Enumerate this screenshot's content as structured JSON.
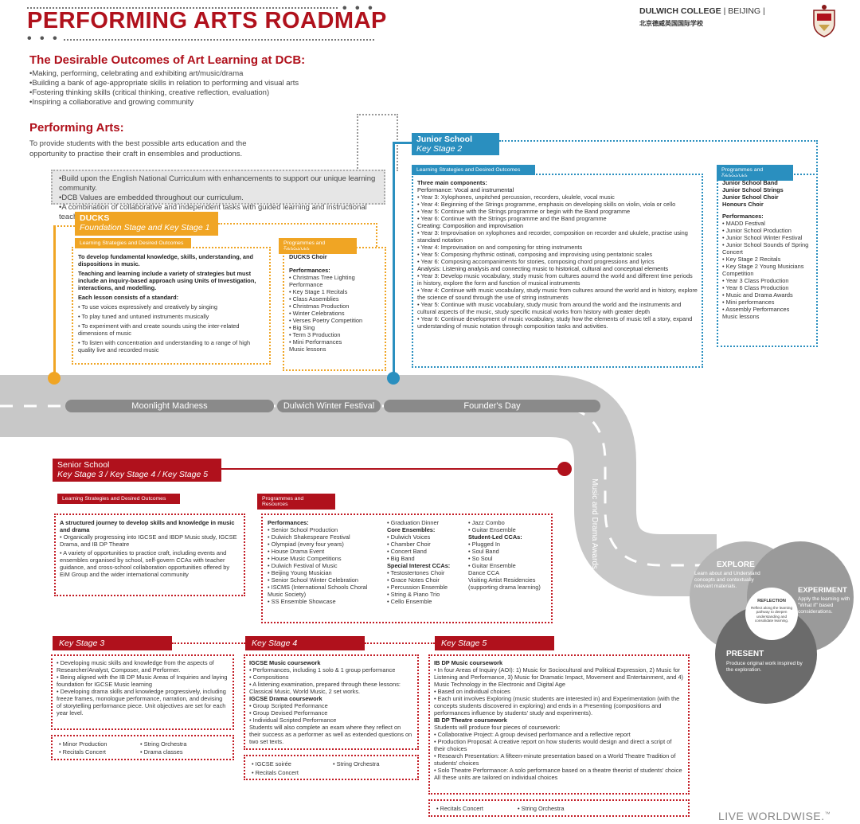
{
  "header": {
    "title": "PERFORMING ARTS ROADMAP",
    "school": "DULWICH COLLEGE",
    "city": "| BEIJING |",
    "chinese": "北京德威英国国际学校",
    "dots": "• • •"
  },
  "outcomes": {
    "heading": "The Desirable Outcomes of Art Learning at DCB:",
    "items": [
      "Making, performing, celebrating and exhibiting art/music/drama",
      "Building a bank of age-appropriate skills in relation to performing and visual arts",
      "Fostering thinking skills (critical thinking, creative reflection, evaluation)",
      "Inspiring a collaborative and growing community"
    ]
  },
  "pa": {
    "heading": "Performing Arts:",
    "text": "To provide students with the best possible arts education and the opportunity to practise their craft in ensembles and productions."
  },
  "grey_box": [
    "Build upon the English National Curriculum with enhancements to support our unique learning community.",
    "DCB Values are embedded throughout our curriculum.",
    "A combination of  collaborative and independent tasks with guided learning and instructional teaching."
  ],
  "ducks": {
    "name": "DUCKS",
    "stage": "Foundation Stage and Key Stage 1",
    "ls_label": "Learning Strategies and Desired Outcomes",
    "pr_label": "Programmes and Resources",
    "ls_lines": [
      "To develop fundamental knowledge, skills, understanding, and dispositions in music.",
      "Teaching and learning include a variety of strategies but must include an inquiry-based approach using Units of Investigation, interactions, and modelling.",
      "Each lesson consists of a standard:"
    ],
    "ls_items": [
      "To use voices expressively and creatively by singing",
      "To play tuned and untuned instruments musically",
      "To experiment with and create sounds using the inter-related dimensions of music",
      "To listen with concentration and understanding to a range of high quality live and recorded music"
    ],
    "choir": "DUCKS Choir",
    "perf_heading": "Performances:",
    "perf": [
      "Christmas Tree Lighting Performance",
      "Key Stage 1 Recitals",
      "Class Assemblies",
      "Christmas Production",
      "Winter Celebrations",
      "Verses Poetry Competition",
      "Big Sing",
      "Term 3 Production",
      "Mini Performances"
    ],
    "lessons": "Music lessons"
  },
  "junior": {
    "name": "Junior School",
    "stage": "Key Stage 2",
    "ls_label": "Learning Strategies and Desired Outcomes",
    "pr_label": "Programmes and Resources",
    "main": "Three main components:",
    "perf_line": "Performance: Vocal and instrumental",
    "perf_items": [
      "Year 3: Xylophones, unpitched percussion, recorders, ukulele, vocal music",
      "Year 4: Beginning of the Strings programme, emphasis on developing skills on violin, viola or cello",
      "Year 5: Continue with the Strings programme or begin with the Band programme",
      "Year 6: Continue with the Strings programme and the Band programme"
    ],
    "creating_line": "Creating: Composition and improvisation",
    "creating_items": [
      "Year 3: Improvisation on xylophones and recorder, composition on recorder and ukulele, practise using standard notation",
      "Year 4: Improvisation on and composing for string instruments",
      "Year 5: Composing rhythmic ostinati, composing and improvising using pentatonic scales",
      "Year 6: Composing accompaniments for stories, composing chord progressions and lyrics"
    ],
    "analysis_line": "Analysis: Listening analysis and connecting music to historical, cultural and conceptual elements",
    "analysis_items": [
      "Year 3: Develop music vocabulary, study music from cultures aournd the world and different time periods in history, explore the form and function of musical instruments",
      "Year 4: Continue with music vocabulary, study music from cultures around the world and in history, explore the science of sound through the use of string instruments",
      "Year 5: Continue with music vocabulary, study music from around the world and the instruments and cultural aspects of the music, study specific musical works from history with greater depth",
      "Year 6: Continue development of music vocabulary, study how the elements of music tell a story, expand understanding of music notation through composition tasks and activities."
    ],
    "groups": [
      "Junior School Band",
      "Junior School Strings",
      "Junior School Choir",
      "Honours Choir"
    ],
    "perf_heading": "Performances:",
    "perfs": [
      "MADD Festival",
      "Junior School Production",
      "Junior School Winter Festival",
      "Junior School Sounds of Spring Concert",
      "Key Stage 2 Recitals",
      "Key Stage 2  Young Musicians Competition",
      "Year 3 Class Production",
      "Year 6 Class Production",
      "Music and Drama Awards",
      "Mini performances",
      "Assembly Performances"
    ],
    "lessons": "Music lessons"
  },
  "road": {
    "events": [
      "Moonlight Madness",
      "Dulwich Winter Festival",
      "Founder's Day",
      "Music and Drama Awards"
    ]
  },
  "senior": {
    "name": "Senior School",
    "stage": "Key Stage 3 / Key Stage 4 / Key Stage 5",
    "ls_label": "Learning Strategies and Desired Outcomes",
    "pr_label": "Programmes and Resources",
    "ls_head": "A structured journey to develop skills and knowledge in music and drama",
    "ls_items": [
      "Organically progressing into IGCSE and IBDP Music study, IGCSE Drama, and IB DP Theatre",
      "A variety of opportunities to practice craft, including events and ensembles organised by school, self-govern CCAs with teacher guidance, and cross-school collaboration opportunities offered by EiM Group and the wider international community"
    ],
    "col1_head": "Performances:",
    "col1": [
      "Senior School Production",
      "Dulwich Shakespeare Festival",
      "Olympiad (every four years)",
      "House Drama Event",
      "House Music Competitions",
      "Dulwich Festival of Music",
      "Beijing Young Musician",
      "Senior School Winter Celebration",
      "ISCMS (International Schools Choral Music Society)",
      "SS Ensemble Showcase"
    ],
    "col2_top": [
      "Graduation Dinner"
    ],
    "col2_head": "Core Ensembles:",
    "col2": [
      "Dulwich Voices",
      "Chamber Choir",
      "Concert Band",
      "Big Band"
    ],
    "col2_head2": "Special Interest CCAs:",
    "col2b": [
      "Testostertones Choir",
      "Grace Notes Choir",
      "Percussion Ensemble",
      "String & Piano Trio",
      "Cello Ensemble"
    ],
    "col3_top": [
      "Jazz Combo",
      "Guitar Ensemble"
    ],
    "col3_head": "Student-Led CCAs:",
    "col3": [
      "Plugged In",
      "Soul Band",
      "So Soul",
      "Guitar Ensemble"
    ],
    "col3_tail": [
      "Dance CCA",
      "Visiting Artist Residencies (supporting drama learning)"
    ]
  },
  "ks3": {
    "label": "Key Stage 3",
    "items": [
      "Developing music skills and knowledge from the aspects of Researcher/Analyst, Composer, and Performer.",
      "Being aligned with the IB DP Music Areas of Inquiries and laying foundation for IGCSE Music learning",
      "Developing drama skills and knowledge progressively, including freeze frames, monologue performance, narration, and devising of storytelling performance piece. Unit objectives are set for each year level."
    ],
    "events": [
      "Minor Production",
      "Recitals Concert",
      "String Orchestra",
      "Drama classes"
    ]
  },
  "ks4": {
    "label": "Key Stage 4",
    "music_head": "IGCSE Music coursework",
    "music": [
      "Performances, including 1 solo & 1 group performance",
      "Compositions",
      "A listening examination, prepared through these lessons: Classical Music, World Music, 2 set works."
    ],
    "drama_head": "IGCSE Drama coursework",
    "drama": [
      "Group Scripted Performance",
      "Group Devised Performance",
      "Individual Scripted Performance"
    ],
    "tail": "Students will also complete an exam where they reflect on their success as a performer as well as extended questions on two set texts.",
    "events": [
      "IGCSE soirée",
      "Recitals Concert",
      "String Orchestra"
    ]
  },
  "ks5": {
    "label": "Key Stage 5",
    "music_head": "IB DP Music coursework",
    "music": [
      "In four Areas of Inquiry (AOI): 1) Music for Sociocultural and Political Expression, 2) Music for Listening and Performance, 3) Music for Dramatic Impact, Movement and Entertainment, and 4) Music Technology in the Electronic and Digital Age",
      "Based on individual choices",
      "Each unit involves Exploring (music students are interested in) and Experimentation (with the concepts students discovered in exploring) and ends in a Presenting (compositions and performances influence by students' study and experiments)."
    ],
    "theatre_head": "IB DP Theatre coursework",
    "theatre_intro": "Students will produce four pieces of coursework:",
    "theatre": [
      "Collaborative Project: A group devised performance and a reflective report",
      "Production Proposal: A creative report on how students would design and direct a script of their choices",
      "Research Presentation: A fifteen-minute presentation based on a World Theatre Tradition of students' choices",
      "Solo Theatre Performance: A solo performance based on a theatre theorist of students' choice"
    ],
    "tail": "All these units are tailored on individual choices",
    "events": [
      "Recitals Concert",
      "String Orchestra"
    ]
  },
  "cycle": {
    "explore_t": "EXPLORE",
    "explore": "Learn about and Understand concepts and contextually relevant materials.",
    "experiment_t": "EXPERIMENT",
    "experiment": "Apply the learning with \"What if\" based considerations.",
    "present_t": "PRESENT",
    "present": "Produce original work inspired by the exploration.",
    "reflection_t": "REFLECTION",
    "reflection": "Reflect along the learning pathway to deepen understanding and consolidate learning."
  },
  "footer": {
    "brand": "LIVE WORLDWISE.",
    "tm": "™"
  }
}
